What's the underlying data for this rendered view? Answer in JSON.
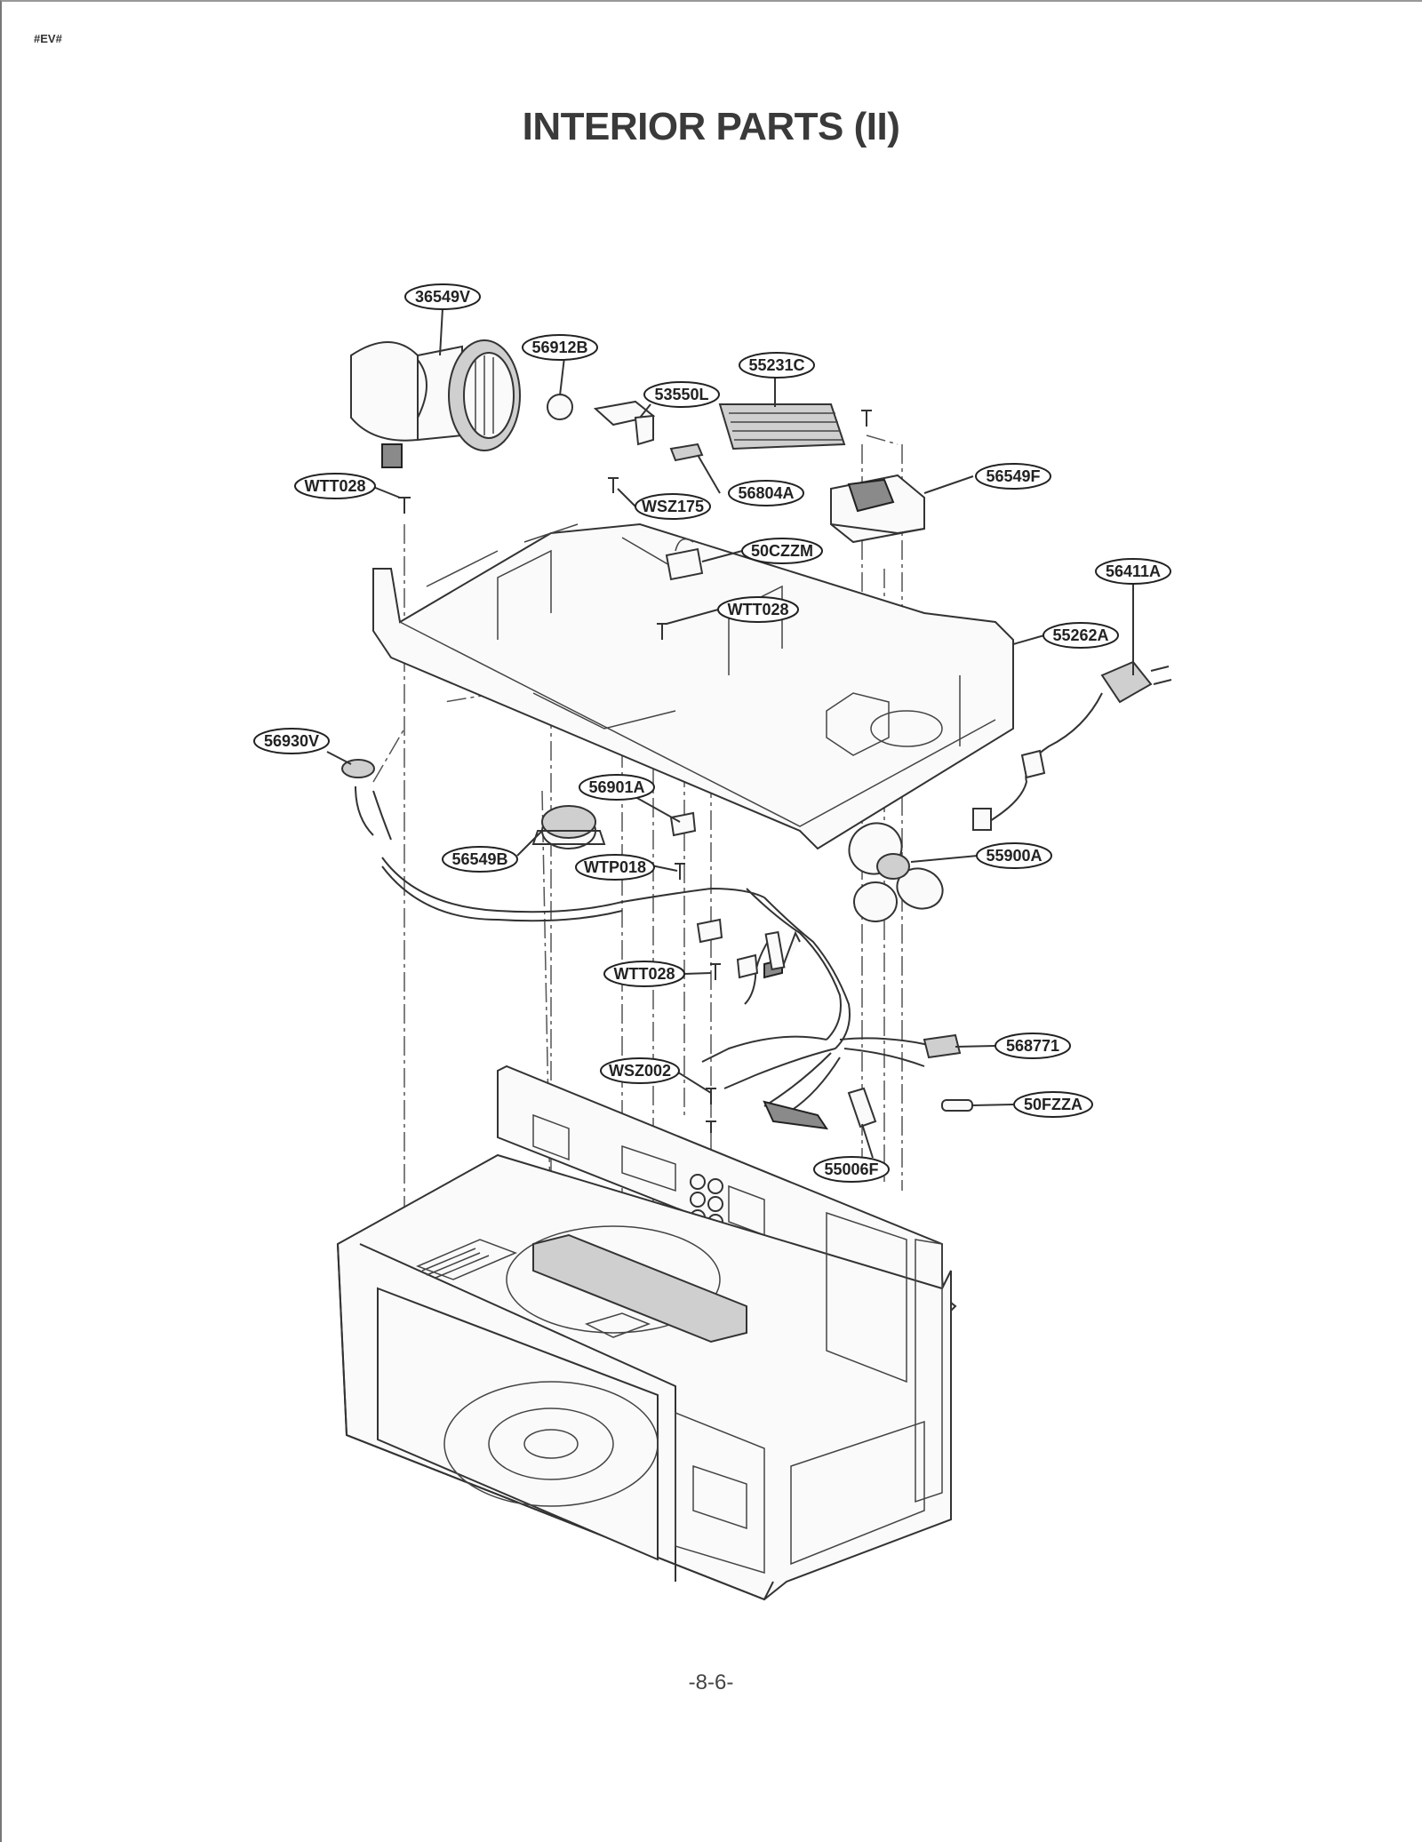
{
  "header_tag": "#EV#",
  "title": "INTERIOR PARTS (II)",
  "page_number": "-8-6-",
  "callouts": [
    {
      "id": "36549V",
      "label": "36549V"
    },
    {
      "id": "56912B",
      "label": "56912B"
    },
    {
      "id": "55231C",
      "label": "55231C"
    },
    {
      "id": "53550L",
      "label": "53550L"
    },
    {
      "id": "WTT028-a",
      "label": "WTT028"
    },
    {
      "id": "56804A",
      "label": "56804A"
    },
    {
      "id": "WSZ175",
      "label": "WSZ175"
    },
    {
      "id": "56549F",
      "label": "56549F"
    },
    {
      "id": "50CZZM",
      "label": "50CZZM"
    },
    {
      "id": "56411A",
      "label": "56411A"
    },
    {
      "id": "WTT028-b",
      "label": "WTT028"
    },
    {
      "id": "55262A",
      "label": "55262A"
    },
    {
      "id": "56930V",
      "label": "56930V"
    },
    {
      "id": "56901A",
      "label": "56901A"
    },
    {
      "id": "56549B",
      "label": "56549B"
    },
    {
      "id": "WTP018",
      "label": "WTP018"
    },
    {
      "id": "55900A",
      "label": "55900A"
    },
    {
      "id": "WTT028-c",
      "label": "WTT028"
    },
    {
      "id": "568771",
      "label": "568771"
    },
    {
      "id": "WSZ002",
      "label": "WSZ002"
    },
    {
      "id": "50FZZA",
      "label": "50FZZA"
    },
    {
      "id": "55006F",
      "label": "55006F"
    }
  ]
}
